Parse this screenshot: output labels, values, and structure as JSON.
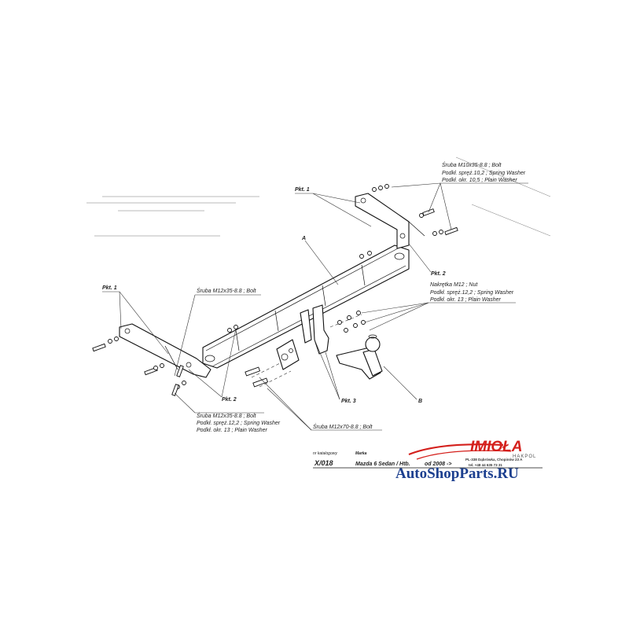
{
  "labels": {
    "pkt1_right": "Pkt. 1",
    "pkt1_left": "Pkt. 1",
    "pkt2_right": "Pkt. 2",
    "pkt2_left": "Pkt. 2",
    "pkt3": "Pkt. 3",
    "part_a": "A",
    "part_b": "B"
  },
  "callouts": {
    "bolt_m10": [
      "Śruba M10x35-8.8 ;  Bolt",
      "Podkł. spręż.10,2 ; Spring Washer",
      "Podkł. okr. 10,5 ; Plain Washer"
    ],
    "bolt_m12_top": [
      "Śruba M12x35-8.8 ;  Bolt"
    ],
    "nut_m12": [
      "Nakrętka  M12 ; Nut",
      "Podkł. spręż.12,2 ; Spring Washer",
      "Podkł. okr. 13 ; Plain Washer"
    ],
    "bolt_m12_bottom": [
      "Śruba M12x35-8.8 ;  Bolt",
      "Podkł. spręż.12,2 ; Spring Washer",
      "Podkł. okr. 13 ; Plain Washer"
    ],
    "bolt_m12x70": [
      "Śruba M12x70-8.8 ;  Bolt"
    ]
  },
  "title_block": {
    "catalog_label": "nr katalogowy",
    "make_label": "Marka",
    "code": "X/018",
    "model": "Mazda 6  Sedan / Htb.",
    "year": "od 2008 ->"
  },
  "brand": {
    "name": "IMIOŁA",
    "sub": "HAKPOL",
    "address": "PL-338 Dąbrówka, Chopinów 23 A",
    "phone": "tel. +48 44 635 73 31",
    "accent_color": "#d4201c"
  },
  "watermark": {
    "text": "AutoShopParts.RU",
    "color": "#1c3f8f"
  }
}
